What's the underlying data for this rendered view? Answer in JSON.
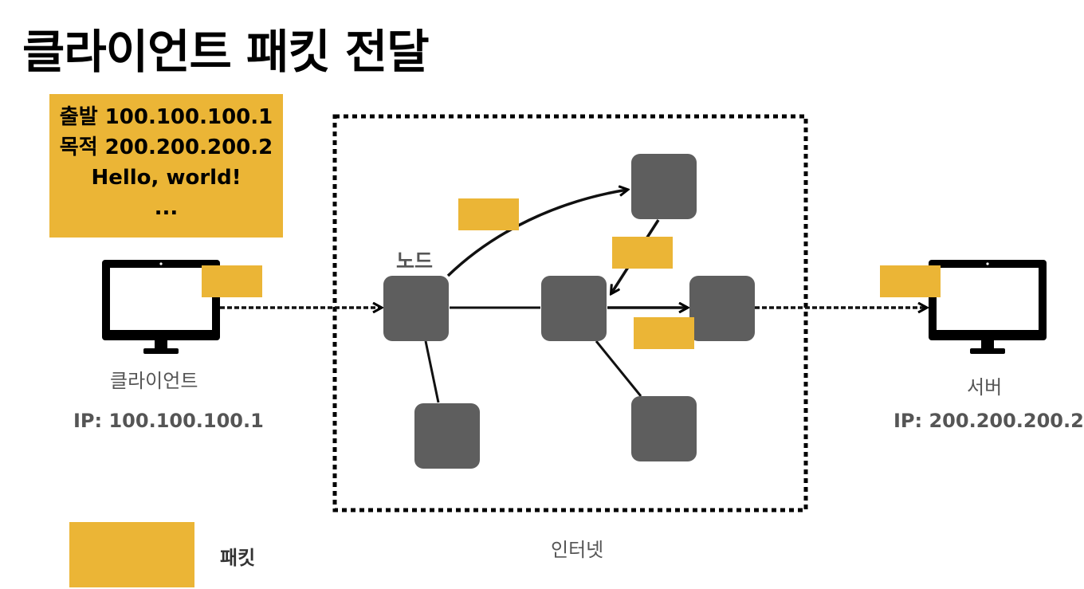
{
  "title": "클라이언트 패킷 전달",
  "packet_info": {
    "line1": "출발 100.100.100.1",
    "line2": "목적 200.200.200.2",
    "line3": "Hello, world!",
    "line4": "..."
  },
  "node_label": "노드",
  "client": {
    "label": "클라이언트",
    "ip": "IP: 100.100.100.1"
  },
  "server": {
    "label": "서버",
    "ip": "IP: 200.200.200.2"
  },
  "internet_label": "인터넷",
  "legend": {
    "packet_label": "패킷"
  },
  "colors": {
    "packet": "#ebb536",
    "node": "#5e5e5e",
    "monitor": "#000000"
  }
}
